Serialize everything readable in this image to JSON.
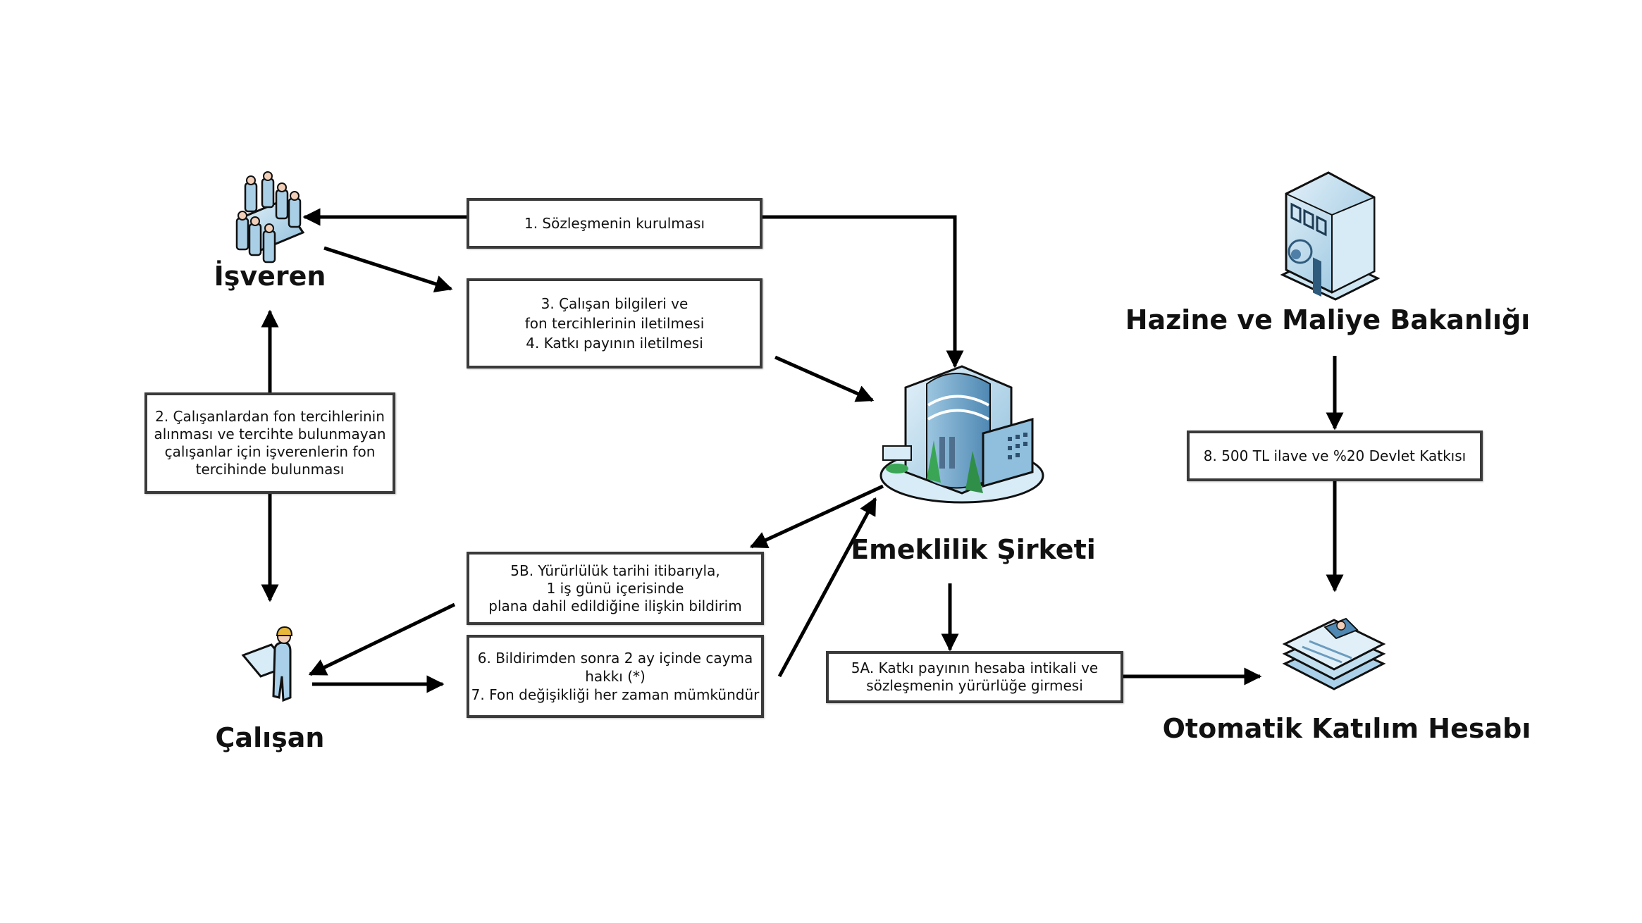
{
  "actors": {
    "employer": {
      "label": "İşveren",
      "icon": "meeting-group-icon"
    },
    "employee": {
      "label": "Çalışan",
      "icon": "worker-with-blueprint-icon"
    },
    "pension_company": {
      "label": "Emeklilik Şirketi",
      "icon": "office-building-icon"
    },
    "ministry": {
      "label": "Hazine ve Maliye Bakanlığı",
      "icon": "government-building-icon"
    },
    "account": {
      "label": "Otomatik Katılım Hesabı",
      "icon": "document-stack-icon"
    }
  },
  "steps": {
    "s1": {
      "lines": [
        "1. Sözleşmenin kurulması"
      ]
    },
    "s2": {
      "lines": [
        "2. Çalışanlardan fon tercihlerinin",
        "alınması ve tercihte bulunmayan",
        "çalışanlar için işverenlerin fon",
        "tercihinde bulunması"
      ]
    },
    "s34": {
      "lines": [
        "3. Çalışan bilgileri ve",
        "fon tercihlerinin iletilmesi",
        "4. Katkı payının iletilmesi"
      ]
    },
    "s5b": {
      "lines": [
        "5B. Yürürlülük tarihi itibarıyla,",
        "1 iş günü içerisinde",
        "plana dahil edildiğine ilişkin bildirim"
      ]
    },
    "s67": {
      "lines": [
        "6. Bildirimden sonra 2 ay içinde cayma",
        "hakkı (*)",
        "7. Fon değişikliği her zaman mümkündür"
      ]
    },
    "s5a": {
      "lines": [
        "5A. Katkı payının hesaba intikali ve",
        "sözleşmenin yürürlüğe girmesi"
      ]
    },
    "s8": {
      "lines": [
        "8.   500 TL ilave ve %20 Devlet Katkısı"
      ]
    }
  },
  "colors": {
    "arrow": "#000000",
    "box_border": "#3a3a3a",
    "icon_light_blue": "#cfe6f3",
    "icon_mid_blue": "#8fbfdc",
    "icon_dark_blue": "#4f88b3",
    "icon_green": "#3aa655"
  }
}
